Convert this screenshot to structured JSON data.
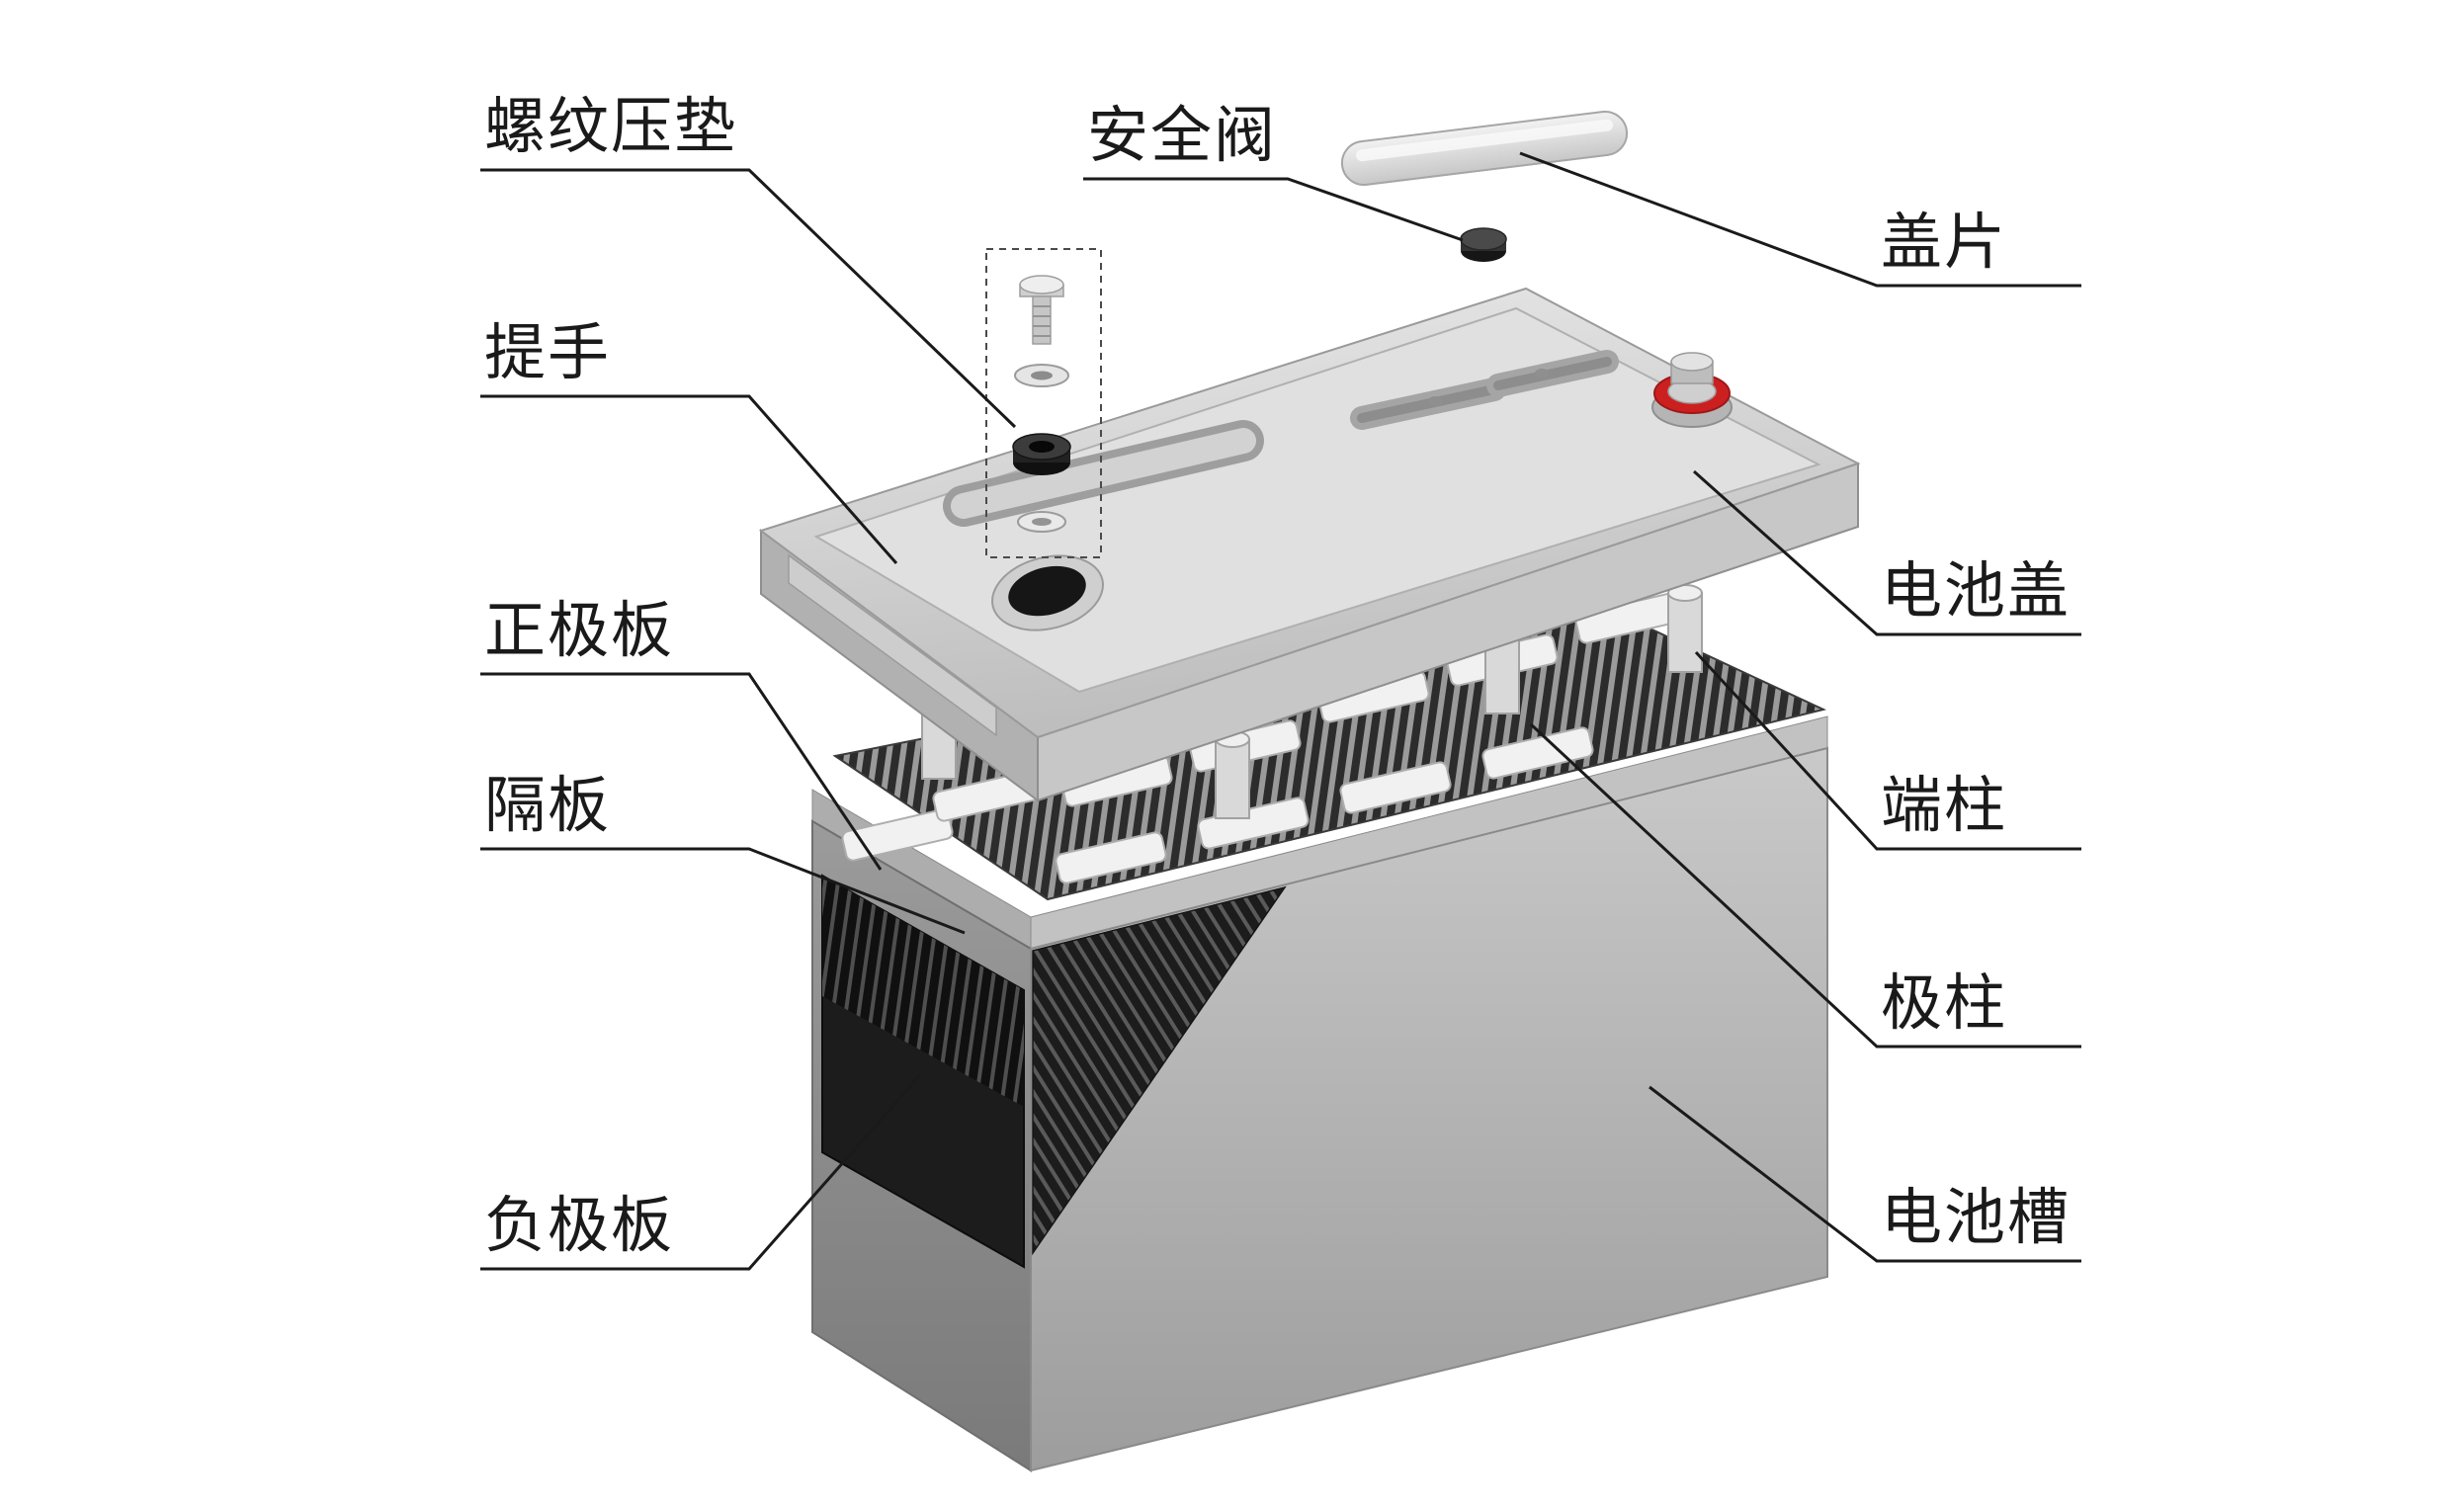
{
  "diagram": {
    "type": "exploded-view-battery-diagram",
    "labels": [
      {
        "id": "threaded-washer",
        "text": "螺纹压垫"
      },
      {
        "id": "handle",
        "text": "提手"
      },
      {
        "id": "positive-plate",
        "text": "正极板"
      },
      {
        "id": "separator",
        "text": "隔板"
      },
      {
        "id": "negative-plate",
        "text": "负极板"
      },
      {
        "id": "safety-valve",
        "text": "安全阀"
      },
      {
        "id": "cover-strip",
        "text": "盖片"
      },
      {
        "id": "battery-cover",
        "text": "电池盖"
      },
      {
        "id": "terminal-post",
        "text": "端柱"
      },
      {
        "id": "pole-post",
        "text": "极柱"
      },
      {
        "id": "battery-container",
        "text": "电池槽"
      }
    ],
    "colors": {
      "leader_line": "#1a1a1a",
      "label_text": "#1a1a1a",
      "terminal_ring": "#cc2020",
      "background": "#ffffff"
    }
  }
}
